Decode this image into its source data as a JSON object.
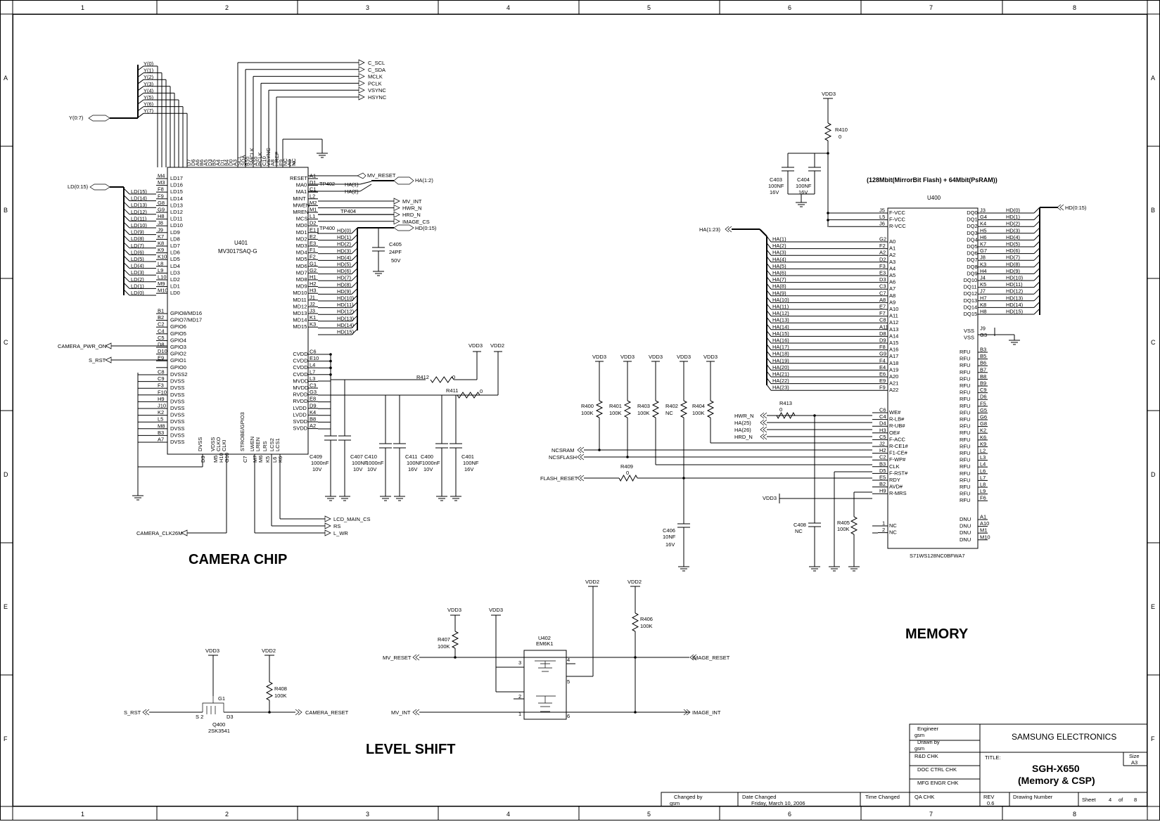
{
  "grid": {
    "cols": [
      "1",
      "2",
      "3",
      "4",
      "5",
      "6",
      "7",
      "8"
    ],
    "rows": [
      "A",
      "B",
      "C",
      "D",
      "E",
      "F"
    ]
  },
  "sections": {
    "camera": "CAMERA CHIP",
    "memory": "MEMORY",
    "level_shift": "LEVEL SHIFT"
  },
  "u401": {
    "ref": "U401",
    "part": "MV3017SAQ-G",
    "left_pins": [
      {
        "ball": "M4",
        "name": "LD17"
      },
      {
        "ball": "M3",
        "name": "LD16"
      },
      {
        "ball": "F8",
        "name": "LD15"
      },
      {
        "ball": "F9",
        "name": "LD14"
      },
      {
        "ball": "G8",
        "name": "LD13"
      },
      {
        "ball": "G9",
        "name": "LD12"
      },
      {
        "ball": "H8",
        "name": "LD11"
      },
      {
        "ball": "J8",
        "name": "LD10"
      },
      {
        "ball": "J9",
        "name": "LD9"
      },
      {
        "ball": "K7",
        "name": "LD8"
      },
      {
        "ball": "K8",
        "name": "LD7"
      },
      {
        "ball": "K9",
        "name": "LD6"
      },
      {
        "ball": "K10",
        "name": "LD5"
      },
      {
        "ball": "L8",
        "name": "LD4"
      },
      {
        "ball": "L9",
        "name": "LD3"
      },
      {
        "ball": "L10",
        "name": "LD2"
      },
      {
        "ball": "M9",
        "name": "LD1"
      },
      {
        "ball": "M10",
        "name": "LD0"
      }
    ],
    "gpio_pins": [
      {
        "ball": "B1",
        "name": "GPIO8/MD16"
      },
      {
        "ball": "B2",
        "name": "GPIO7/MD17"
      },
      {
        "ball": "C2",
        "name": "GPIO6"
      },
      {
        "ball": "C4",
        "name": "GPIO5"
      },
      {
        "ball": "C5",
        "name": "GPIO4"
      },
      {
        "ball": "D8",
        "name": "GPIO3"
      },
      {
        "ball": "D10",
        "name": "GPIO2"
      },
      {
        "ball": "E9",
        "name": "GPIO1"
      },
      {
        "ball": "",
        "name": "GPIO0"
      }
    ],
    "dvss_pins": [
      {
        "ball": "C8",
        "name": "DVSS2"
      },
      {
        "ball": "C9",
        "name": "DVSS"
      },
      {
        "ball": "F3",
        "name": "DVSS"
      },
      {
        "ball": "F10",
        "name": "DVSS"
      },
      {
        "ball": "H9",
        "name": "DVSS"
      },
      {
        "ball": "J10",
        "name": "DVSS"
      },
      {
        "ball": "K2",
        "name": "DVSS"
      },
      {
        "ball": "L5",
        "name": "DVSS"
      },
      {
        "ball": "M8",
        "name": "DVSS"
      },
      {
        "ball": "B3",
        "name": "DVSS"
      },
      {
        "ball": "A7",
        "name": "DVSS"
      }
    ],
    "top_pins": [
      "D7",
      "D6",
      "A6",
      "B6",
      "A5",
      "D3",
      "B5",
      "A4",
      "D1",
      "B4",
      "D0",
      "A3",
      "SCL",
      "SDA",
      "B10",
      "SMCLK",
      "A10",
      "PCLK",
      "C10",
      "VSYNC",
      "A8",
      "HREF",
      "E9",
      "NC",
      "A9",
      "NC"
    ],
    "right_pins": [
      {
        "ball": "A1",
        "name": "RESET"
      },
      {
        "ball": "D1",
        "name": "MA0"
      },
      {
        "ball": "C1",
        "name": "MA1"
      },
      {
        "ball": "L2",
        "name": "MINT"
      },
      {
        "ball": "M2",
        "name": "MWEN"
      },
      {
        "ball": "M1",
        "name": "MREN"
      },
      {
        "ball": "L1",
        "name": "MCS"
      },
      {
        "ball": "D2",
        "name": "MD0"
      },
      {
        "ball": "E1",
        "name": "MD1"
      },
      {
        "ball": "E2",
        "name": "MD2"
      },
      {
        "ball": "E3",
        "name": "MD3"
      },
      {
        "ball": "F1",
        "name": "MD4"
      },
      {
        "ball": "F2",
        "name": "MD5"
      },
      {
        "ball": "G1",
        "name": "MD6"
      },
      {
        "ball": "G2",
        "name": "MD7"
      },
      {
        "ball": "H1",
        "name": "MD8"
      },
      {
        "ball": "H2",
        "name": "MD9"
      },
      {
        "ball": "H3",
        "name": "MD10"
      },
      {
        "ball": "J1",
        "name": "MD11"
      },
      {
        "ball": "J2",
        "name": "MD12"
      },
      {
        "ball": "J3",
        "name": "MD13"
      },
      {
        "ball": "K1",
        "name": "MD14"
      },
      {
        "ball": "K3",
        "name": "MD15"
      }
    ],
    "power_pins": [
      {
        "ball": "C6",
        "name": "CVDD"
      },
      {
        "ball": "E10",
        "name": "CVDD"
      },
      {
        "ball": "L4",
        "name": "CVDD"
      },
      {
        "ball": "L7",
        "name": "CVDD"
      },
      {
        "ball": "L3",
        "name": "MVDD"
      },
      {
        "ball": "C3",
        "name": "MVDD"
      },
      {
        "ball": "G3",
        "name": "RVDD"
      },
      {
        "ball": "E8",
        "name": "RVDD"
      },
      {
        "ball": "D9",
        "name": "LVDD"
      },
      {
        "ball": "K4",
        "name": "LVDD"
      },
      {
        "ball": "B8",
        "name": "SVDD"
      },
      {
        "ball": "A2",
        "name": "SVDD"
      }
    ],
    "bottom_pins": [
      "DVSS",
      "VDSS",
      "CLKO",
      "CLKI",
      "STROBE/GPIO3",
      "LWEN",
      "LREN",
      "LRS",
      "LCS2",
      "LCS1"
    ],
    "bottom_balls": [
      "D3",
      "M5",
      "H10",
      "G10",
      "C7",
      "M7",
      "M6",
      "K5",
      "L6",
      "K6"
    ]
  },
  "camera_nets": {
    "ybus": "Y(0:7)",
    "y": [
      "Y(0)",
      "Y(1)",
      "Y(2)",
      "Y(3)",
      "Y(4)",
      "Y(5)",
      "Y(6)",
      "Y(7)"
    ],
    "top_right": [
      "C_SCL",
      "C_SDA",
      "MCLK",
      "PCLK",
      "VSYNC",
      "HSYNC"
    ],
    "ldbus": "LD(0:15)",
    "ld": [
      "LD(15)",
      "LD(14)",
      "LD(13)",
      "LD(12)",
      "LD(11)",
      "LD(10)",
      "LD(9)",
      "LD(8)",
      "LD(7)",
      "LD(6)",
      "LD(5)",
      "LD(4)",
      "LD(3)",
      "LD(2)",
      "LD(1)",
      "LD(0)"
    ],
    "mv_reset": "MV_RESET",
    "ha12": "HA(1:2)",
    "ha1": "HA(1)",
    "ha2": "HA(2)",
    "tp402": "TP402",
    "tp404": "TP404",
    "tp400": "TP400",
    "mv_int": "MV_INT",
    "hwr_n": "HWR_N",
    "hrd_n": "HRD_N",
    "image_cs": "IMAGE_CS",
    "hdbus": "HD(0:15)",
    "hd": [
      "HD(0)",
      "HD(1)",
      "HD(2)",
      "HD(3)",
      "HD(4)",
      "HD(5)",
      "HD(6)",
      "HD(7)",
      "HD(8)",
      "HD(9)",
      "HD(10)",
      "HD(11)",
      "HD(12)",
      "HD(13)",
      "HD(14)",
      "HD(15)"
    ],
    "c405": [
      "C405",
      "24PF",
      "50V"
    ],
    "camera_pwr_on": "CAMERA_PWR_ON",
    "s_rst": "S_RST",
    "camera_clk": "CAMERA_CLK26M",
    "lcd_main_cs": "LCD_MAIN_CS",
    "rs": "RS",
    "l_wr": "L_WR",
    "nc2": "2",
    "vdd3": "VDD3",
    "vdd2": "VDD2",
    "r412": [
      "R412",
      "0"
    ],
    "r411": [
      "R411",
      "0"
    ],
    "caps": [
      [
        "C409",
        "1000nF",
        "10V"
      ],
      [
        "C407",
        "100NF",
        "10V"
      ],
      [
        "C410",
        "1000nF",
        "10V"
      ],
      [
        "C411",
        "100NF",
        "16V"
      ],
      [
        "C400",
        "1000nF",
        "10V"
      ],
      [
        "C401",
        "100NF",
        "16V"
      ]
    ]
  },
  "memory": {
    "title": "(128Mbit(MirrorBit Flash) + 64Mbit(PsRAM))",
    "ref": "U400",
    "part": "S71WS128NC0BFWA7",
    "vdd3": "VDD3",
    "r410": [
      "R410",
      "0"
    ],
    "c403": [
      "C403",
      "100NF",
      "16V"
    ],
    "c404": [
      "C404",
      "100NF",
      "16V"
    ],
    "ha_bus": "HA(1:23)",
    "ha": [
      "HA(1)",
      "HA(2)",
      "HA(3)",
      "HA(4)",
      "HA(5)",
      "HA(6)",
      "HA(7)",
      "HA(8)",
      "HA(9)",
      "HA(10)",
      "HA(11)",
      "HA(12)",
      "HA(13)",
      "HA(14)",
      "HA(15)",
      "HA(16)",
      "HA(17)",
      "HA(18)",
      "HA(19)",
      "HA(20)",
      "HA(21)",
      "HA(22)",
      "HA(23)"
    ],
    "addr_balls": [
      "G2",
      "F2",
      "A2",
      "D2",
      "F3",
      "E3",
      "D3",
      "C3",
      "C7",
      "A8",
      "E7",
      "F7",
      "C8",
      "A11",
      "D8",
      "D9",
      "F8",
      "G9",
      "F4",
      "E4",
      "E6",
      "E9",
      "F9"
    ],
    "addr_names": [
      "A0",
      "A1",
      "A2",
      "A3",
      "A4",
      "A5",
      "A6",
      "A7",
      "A8",
      "A9",
      "A10",
      "A11",
      "A12",
      "A13",
      "A14",
      "A15",
      "A16",
      "A17",
      "A18",
      "A19",
      "A20",
      "A21",
      "A22"
    ],
    "vcc_pins": [
      {
        "ball": "J5",
        "name": "F-VCC"
      },
      {
        "ball": "L5",
        "name": "F-VCC"
      },
      {
        "ball": "J6",
        "name": "R-VCC"
      }
    ],
    "ctrl_pins": [
      {
        "ball": "C6",
        "name": "WE#"
      },
      {
        "ball": "C4",
        "name": "R-LB#"
      },
      {
        "ball": "D4",
        "name": "R-UB#"
      },
      {
        "ball": "H3",
        "name": "OE#"
      },
      {
        "ball": "C5",
        "name": "F-ACC"
      },
      {
        "ball": "J2",
        "name": "R-CE1#"
      },
      {
        "ball": "H2",
        "name": "F1-CE#"
      },
      {
        "ball": "C2",
        "name": "F-WP#"
      },
      {
        "ball": "B3",
        "name": "CLK"
      },
      {
        "ball": "D5",
        "name": "F-RST#"
      },
      {
        "ball": "E5",
        "name": "RDY"
      },
      {
        "ball": "B2",
        "name": "AVD#"
      },
      {
        "ball": "H9",
        "name": "R-MRS"
      }
    ],
    "nc_pins": [
      {
        "ball": "1",
        "name": "NC"
      },
      {
        "ball": "2",
        "name": "NC"
      }
    ],
    "dq_names": [
      "DQ0",
      "DQ1",
      "DQ2",
      "DQ3",
      "DQ4",
      "DQ5",
      "DQ6",
      "DQ7",
      "DQ8",
      "DQ9",
      "DQ10",
      "DQ11",
      "DQ12",
      "DQ13",
      "DQ14",
      "DQ15"
    ],
    "dq_balls": [
      "J3",
      "G4",
      "K4",
      "H5",
      "H6",
      "K7",
      "G7",
      "J8",
      "K3",
      "H4",
      "J4",
      "K5",
      "J7",
      "H7",
      "K8",
      "H8"
    ],
    "hd_bus": "HD(0:15)",
    "hd": [
      "HD(0)",
      "HD(1)",
      "HD(2)",
      "HD(3)",
      "HD(4)",
      "HD(5)",
      "HD(6)",
      "HD(7)",
      "HD(8)",
      "HD(9)",
      "HD(10)",
      "HD(11)",
      "HD(12)",
      "HD(13)",
      "HD(14)",
      "HD(15)"
    ],
    "vss_pins": [
      {
        "ball": "J9",
        "name": "VSS"
      },
      {
        "ball": "G3",
        "name": "VSS"
      }
    ],
    "rfu_balls": [
      "B3",
      "B5",
      "B6",
      "B7",
      "B8",
      "B9",
      "C9",
      "D6",
      "F5",
      "G5",
      "G6",
      "G8",
      "K2",
      "K6",
      "K9",
      "L2",
      "L3",
      "L4",
      "L6",
      "L7",
      "L8",
      "L9",
      "F6"
    ],
    "rfu": "RFU",
    "dnu_balls": [
      "A1",
      "A10",
      "M1",
      "M10"
    ],
    "dnu": "DNU",
    "res": [
      {
        "ref": "R400",
        "val": "100K",
        "rail": "VDD3"
      },
      {
        "ref": "R401",
        "val": "100K",
        "rail": "VDD3"
      },
      {
        "ref": "R403",
        "val": "100K",
        "rail": "VDD3"
      },
      {
        "ref": "R402",
        "val": "NC",
        "rail": "VDD3"
      },
      {
        "ref": "R404",
        "val": "100K",
        "rail": "VDD3"
      }
    ],
    "r413": [
      "R413",
      "0"
    ],
    "r409": [
      "R409",
      "0"
    ],
    "r405": [
      "R405",
      "100K"
    ],
    "c406": [
      "C406",
      "10NF",
      "16V"
    ],
    "c408": [
      "C408",
      "NC"
    ],
    "nets_left": [
      "HWR_N",
      "HA(25)",
      "HA(26)",
      "HRD_N"
    ],
    "ncsram": "NCSRAM",
    "ncsflash": "NCSFLASH",
    "flash_reset": "FLASH_RESET",
    "vdd3_mrs": "VDD3"
  },
  "level_shift": {
    "vdd3a": "VDD3",
    "vdd3b": "VDD3",
    "vdd2a": "VDD2",
    "vdd2b": "VDD2",
    "r407": [
      "R407",
      "100K"
    ],
    "r406": [
      "R406",
      "100K"
    ],
    "u402": [
      "U402",
      "EM6K1"
    ],
    "mv_reset": "MV_RESET",
    "image_reset": "IMAGE_RESET",
    "mv_int": "MV_INT",
    "image_int": "IMAGE_INT",
    "pins": [
      "3",
      "4",
      "5",
      "2",
      "1",
      "6"
    ],
    "q400": [
      "Q400",
      "2SK3541"
    ],
    "q_pins": [
      "G1",
      "S 2",
      "D3"
    ],
    "vdd3c": "VDD3",
    "vdd2c": "VDD2",
    "r408": [
      "R408",
      "100K"
    ],
    "s_rst": "S_RST",
    "camera_reset": "CAMERA_RESET"
  },
  "title_block": {
    "engineer_label": "Engineer",
    "engineer": "gsm",
    "drawn_label": "Drawn by",
    "drawn": "gsm",
    "rd_chk": "R&D CHK",
    "doc_chk": "DOC CTRL CHK",
    "mfg_chk": "MFG ENGR CHK",
    "qa_chk": "QA CHK",
    "company": "SAMSUNG ELECTRONICS",
    "title_label": "TITLE:",
    "title1": "SGH-X650",
    "title2": "(Memory & CSP)",
    "size_label": "Size",
    "size": "A3",
    "changed_by_label": "Changed by",
    "changed_by": "gsm",
    "date_label": "Date Changed",
    "date": "Friday, March 10, 2006",
    "time_label": "Time Changed",
    "rev_label": "REV",
    "rev": "0.6",
    "drawing_number_label": "Drawing Number",
    "sheet_label": "Sheet",
    "sheet": "4",
    "of_label": "of",
    "total": "8"
  }
}
